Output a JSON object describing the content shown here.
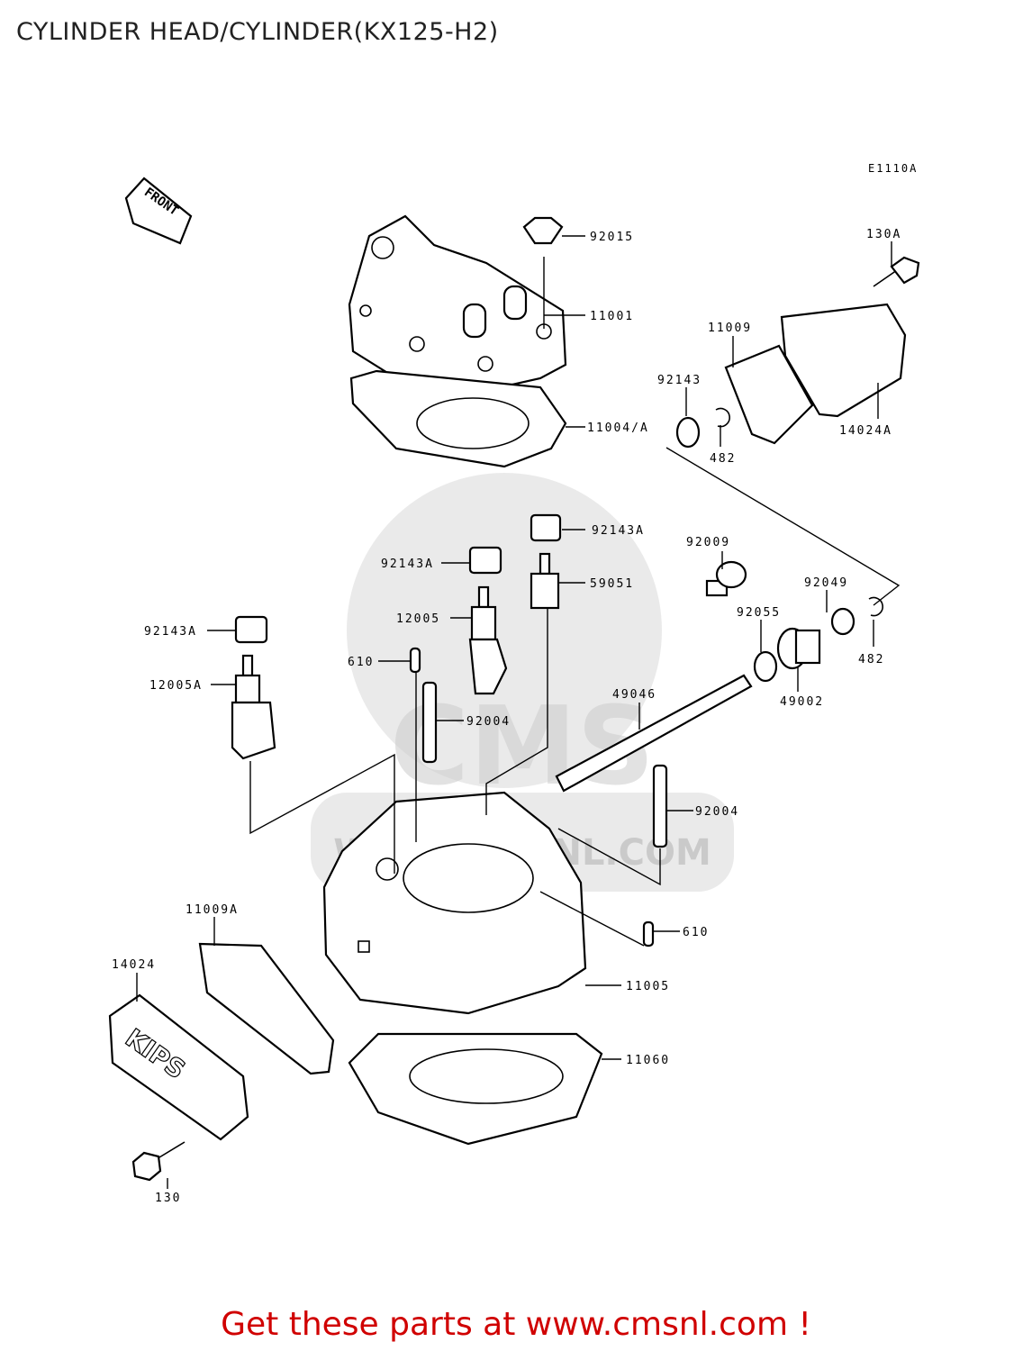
{
  "title": "CYLINDER HEAD/CYLINDER(KX125-H2)",
  "diagram_code": "E1110A",
  "front_label": "FRONT",
  "footer": "Get these parts at www.cmsnl.com !",
  "watermark": {
    "brand": "CMS",
    "url": "WWW.CMSNL.COM"
  },
  "cover_text": "KIPS",
  "part_labels": [
    "92015",
    "11001",
    "11004/A",
    "130A",
    "11009",
    "92143",
    "482",
    "14024A",
    "92143A",
    "92143A",
    "59051",
    "12005",
    "92143A",
    "610",
    "12005A",
    "92004",
    "92009",
    "92049",
    "92055",
    "482",
    "49002",
    "49046",
    "92004",
    "11009A",
    "14024",
    "610",
    "11005",
    "11060",
    "130"
  ]
}
